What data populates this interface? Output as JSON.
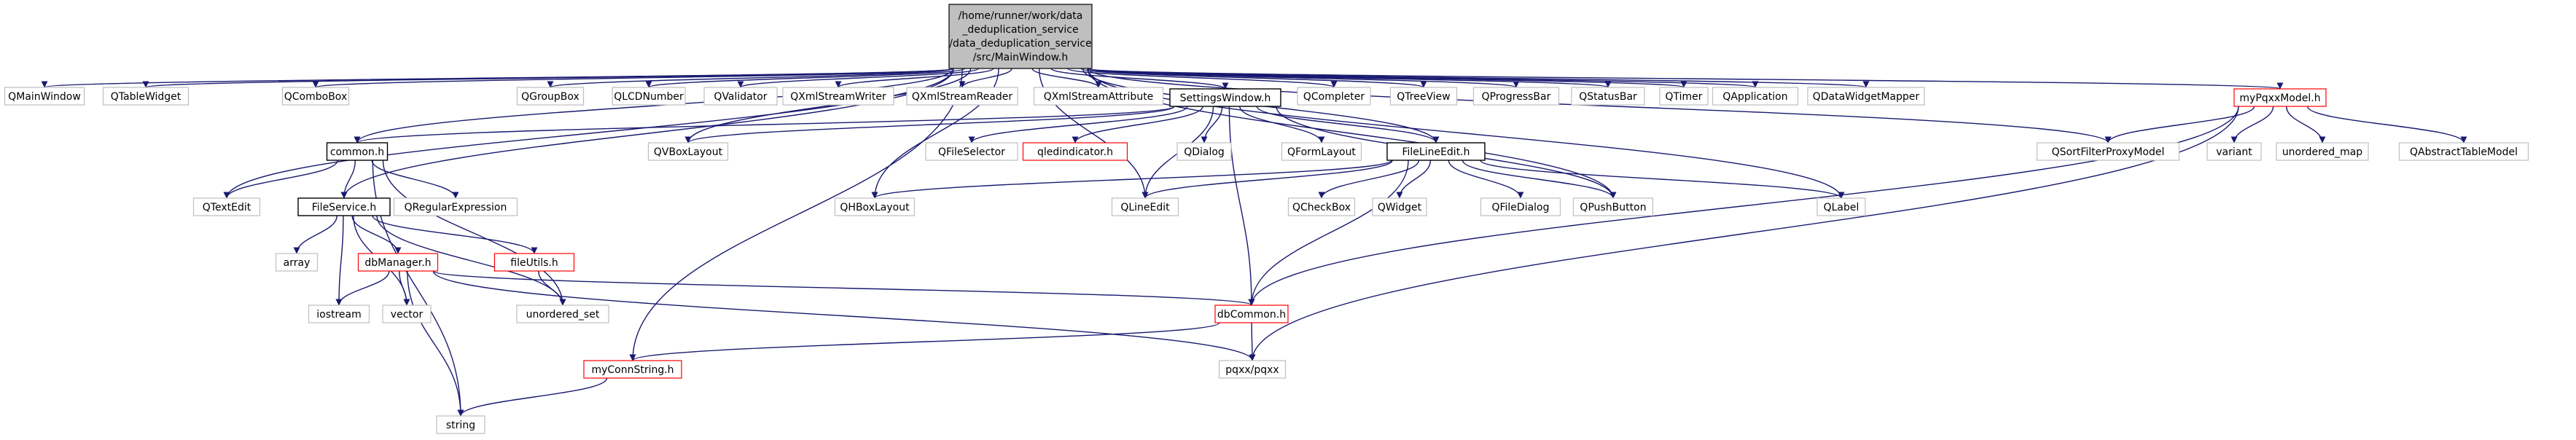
{
  "colors": {
    "edge": "#191970",
    "node_border_default": "#bfbfbf",
    "node_border_documented": "#000000",
    "node_border_missing": "#ff0000",
    "node_fill": "#ffffff",
    "root_fill": "#bfbfbf",
    "root_border": "#000000",
    "text": "#000000"
  },
  "root": {
    "lines": [
      "/home/runner/work/data",
      "_deduplication_service",
      "/data_deduplication_service",
      "/src/MainWindow.h"
    ]
  },
  "nodes": {
    "qmainwindow": {
      "label": "QMainWindow",
      "style": "default"
    },
    "qtablewidget": {
      "label": "QTableWidget",
      "style": "default"
    },
    "qcombobox": {
      "label": "QComboBox",
      "style": "default"
    },
    "qgroupbox": {
      "label": "QGroupBox",
      "style": "default"
    },
    "qlcdnumber": {
      "label": "QLCDNumber",
      "style": "default"
    },
    "qvalidator": {
      "label": "QValidator",
      "style": "default"
    },
    "qxmlstreamwriter": {
      "label": "QXmlStreamWriter",
      "style": "default"
    },
    "qxmlstreamreader": {
      "label": "QXmlStreamReader",
      "style": "default"
    },
    "qxmlstreamattribute": {
      "label": "QXmlStreamAttribute",
      "style": "default"
    },
    "settingswindow": {
      "label": "SettingsWindow.h",
      "style": "documented"
    },
    "qcompleter": {
      "label": "QCompleter",
      "style": "default"
    },
    "qtreeview": {
      "label": "QTreeView",
      "style": "default"
    },
    "qprogressbar": {
      "label": "QProgressBar",
      "style": "default"
    },
    "qstatusbar": {
      "label": "QStatusBar",
      "style": "default"
    },
    "qtimer": {
      "label": "QTimer",
      "style": "default"
    },
    "qapplication": {
      "label": "QApplication",
      "style": "default"
    },
    "qdatawidgetmapper": {
      "label": "QDataWidgetMapper",
      "style": "default"
    },
    "mypqxxmodel": {
      "label": "myPqxxModel.h",
      "style": "missing"
    },
    "commonh": {
      "label": "common.h",
      "style": "documented"
    },
    "qvboxlayout": {
      "label": "QVBoxLayout",
      "style": "default"
    },
    "qfileselector": {
      "label": "QFileSelector",
      "style": "default"
    },
    "qledindicator": {
      "label": "qledindicator.h",
      "style": "missing"
    },
    "qdialog": {
      "label": "QDialog",
      "style": "default"
    },
    "qformlayout": {
      "label": "QFormLayout",
      "style": "default"
    },
    "filelineedit": {
      "label": "FileLineEdit.h",
      "style": "documented"
    },
    "qsortfilterproxymodel": {
      "label": "QSortFilterProxyModel",
      "style": "default"
    },
    "variant": {
      "label": "variant",
      "style": "default"
    },
    "unordered_map": {
      "label": "unordered_map",
      "style": "default"
    },
    "qabstracttablemodel": {
      "label": "QAbstractTableModel",
      "style": "default"
    },
    "qtextedit": {
      "label": "QTextEdit",
      "style": "default"
    },
    "fileservice": {
      "label": "FileService.h",
      "style": "documented"
    },
    "qregularexpression": {
      "label": "QRegularExpression",
      "style": "default"
    },
    "qhboxlayout": {
      "label": "QHBoxLayout",
      "style": "default"
    },
    "qlineedit": {
      "label": "QLineEdit",
      "style": "default"
    },
    "qcheckbox": {
      "label": "QCheckBox",
      "style": "default"
    },
    "qwidget": {
      "label": "QWidget",
      "style": "default"
    },
    "qfiledialog": {
      "label": "QFileDialog",
      "style": "default"
    },
    "qpushbutton": {
      "label": "QPushButton",
      "style": "default"
    },
    "qlabel": {
      "label": "QLabel",
      "style": "default"
    },
    "array": {
      "label": "array",
      "style": "default"
    },
    "dbmanager": {
      "label": "dbManager.h",
      "style": "missing"
    },
    "fileutils": {
      "label": "fileUtils.h",
      "style": "missing"
    },
    "iostream": {
      "label": "iostream",
      "style": "default"
    },
    "vector": {
      "label": "vector",
      "style": "default"
    },
    "unordered_set": {
      "label": "unordered_set",
      "style": "default"
    },
    "dbcommon": {
      "label": "dbCommon.h",
      "style": "missing"
    },
    "myconnstring": {
      "label": "myConnString.h",
      "style": "missing"
    },
    "pqxx": {
      "label": "pqxx/pqxx",
      "style": "default"
    },
    "string": {
      "label": "string",
      "style": "default"
    }
  },
  "edges": [
    [
      "root",
      "qmainwindow"
    ],
    [
      "root",
      "qtablewidget"
    ],
    [
      "root",
      "qcombobox"
    ],
    [
      "root",
      "qgroupbox"
    ],
    [
      "root",
      "qlcdnumber"
    ],
    [
      "root",
      "qvalidator"
    ],
    [
      "root",
      "qxmlstreamwriter"
    ],
    [
      "root",
      "qxmlstreamreader"
    ],
    [
      "root",
      "qxmlstreamattribute"
    ],
    [
      "root",
      "settingswindow"
    ],
    [
      "root",
      "qcompleter"
    ],
    [
      "root",
      "qtreeview"
    ],
    [
      "root",
      "qprogressbar"
    ],
    [
      "root",
      "qstatusbar"
    ],
    [
      "root",
      "qtimer"
    ],
    [
      "root",
      "qapplication"
    ],
    [
      "root",
      "qdatawidgetmapper"
    ],
    [
      "root",
      "mypqxxmodel"
    ],
    [
      "root",
      "commonh"
    ],
    [
      "root",
      "qtextedit"
    ],
    [
      "root",
      "fileservice"
    ],
    [
      "root",
      "qvboxlayout"
    ],
    [
      "root",
      "qhboxlayout"
    ],
    [
      "root",
      "qlineedit"
    ],
    [
      "root",
      "filelineedit"
    ],
    [
      "root",
      "qpushbutton"
    ],
    [
      "root",
      "qlabel"
    ],
    [
      "root",
      "qsortfilterproxymodel"
    ],
    [
      "root",
      "myconnstring"
    ],
    [
      "settingswindow",
      "commonh"
    ],
    [
      "settingswindow",
      "qvboxlayout"
    ],
    [
      "settingswindow",
      "qfileselector"
    ],
    [
      "settingswindow",
      "qledindicator"
    ],
    [
      "settingswindow",
      "qdialog"
    ],
    [
      "settingswindow",
      "qformlayout"
    ],
    [
      "settingswindow",
      "filelineedit"
    ],
    [
      "settingswindow",
      "qlineedit"
    ],
    [
      "settingswindow",
      "qpushbutton"
    ],
    [
      "settingswindow",
      "dbcommon"
    ],
    [
      "mypqxxmodel",
      "qsortfilterproxymodel"
    ],
    [
      "mypqxxmodel",
      "variant"
    ],
    [
      "mypqxxmodel",
      "unordered_map"
    ],
    [
      "mypqxxmodel",
      "qabstracttablemodel"
    ],
    [
      "mypqxxmodel",
      "dbcommon"
    ],
    [
      "mypqxxmodel",
      "pqxx"
    ],
    [
      "commonh",
      "qtextedit"
    ],
    [
      "commonh",
      "fileservice"
    ],
    [
      "commonh",
      "qregularexpression"
    ],
    [
      "commonh",
      "unordered_set"
    ],
    [
      "commonh",
      "string"
    ],
    [
      "filelineedit",
      "qhboxlayout"
    ],
    [
      "filelineedit",
      "qlineedit"
    ],
    [
      "filelineedit",
      "qcheckbox"
    ],
    [
      "filelineedit",
      "qwidget"
    ],
    [
      "filelineedit",
      "qfiledialog"
    ],
    [
      "filelineedit",
      "qpushbutton"
    ],
    [
      "filelineedit",
      "qlabel"
    ],
    [
      "filelineedit",
      "dbcommon"
    ],
    [
      "fileservice",
      "array"
    ],
    [
      "fileservice",
      "dbmanager"
    ],
    [
      "fileservice",
      "fileutils"
    ],
    [
      "fileservice",
      "iostream"
    ],
    [
      "fileservice",
      "vector"
    ],
    [
      "fileservice",
      "unordered_set"
    ],
    [
      "dbmanager",
      "iostream"
    ],
    [
      "dbmanager",
      "vector"
    ],
    [
      "dbmanager",
      "string"
    ],
    [
      "dbmanager",
      "dbcommon"
    ],
    [
      "dbmanager",
      "pqxx"
    ],
    [
      "fileutils",
      "unordered_set"
    ],
    [
      "dbcommon",
      "pqxx"
    ],
    [
      "dbcommon",
      "myconnstring"
    ],
    [
      "myconnstring",
      "string"
    ]
  ]
}
